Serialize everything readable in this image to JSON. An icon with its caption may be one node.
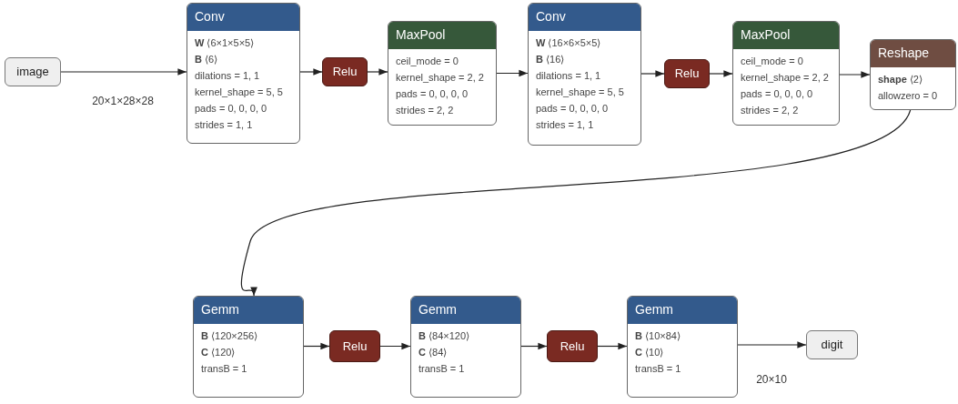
{
  "diagram": {
    "nodes": [
      {
        "text": [
          "image"
        ]
      },
      {
        "text": [
          "Conv",
          "**W** ⟨6×1×5×5⟩",
          "**B** ⟨6⟩",
          "dilations = 1, 1",
          "kernel_shape = 5, 5",
          "pads = 0, 0, 0, 0",
          "strides = 1, 1"
        ]
      },
      {
        "text": [
          "Relu"
        ]
      },
      {
        "text": [
          "MaxPool",
          "ceil_mode = 0",
          "kernel_shape = 2, 2",
          "pads = 0, 0, 0, 0",
          "strides = 2, 2"
        ]
      },
      {
        "text": [
          "Conv",
          "**W** ⟨16×6×5×5⟩",
          "**B** ⟨16⟩",
          "dilations = 1, 1",
          "kernel_shape = 5, 5",
          "pads = 0, 0, 0, 0",
          "strides = 1, 1"
        ]
      },
      {
        "text": [
          "Relu"
        ]
      },
      {
        "text": [
          "MaxPool",
          "ceil_mode = 0",
          "kernel_shape = 2, 2",
          "pads = 0, 0, 0, 0",
          "strides = 2, 2"
        ]
      },
      {
        "text": [
          "Reshape",
          "**shape** ⟨2⟩",
          "allowzero = 0"
        ]
      },
      {
        "text": [
          "Gemm",
          "**B** ⟨120×256⟩",
          "**C** ⟨120⟩",
          "transB = 1"
        ]
      },
      {
        "text": [
          "Relu"
        ]
      },
      {
        "text": [
          "Gemm",
          "**B** ⟨84×120⟩",
          "**C** ⟨84⟩",
          "transB = 1"
        ]
      },
      {
        "text": [
          "Relu"
        ]
      },
      {
        "text": [
          "Gemm",
          "**B** ⟨10×84⟩",
          "**C** ⟨10⟩",
          "transB = 1"
        ]
      },
      {
        "text": [
          "digit"
        ]
      }
    ],
    "edges": [
      {
        "from": 0,
        "to": 1,
        "arrow": "to",
        "label": "20×1×28×28"
      },
      {
        "from": 1,
        "to": 2,
        "arrow": "to"
      },
      {
        "from": 2,
        "to": 3,
        "arrow": "to"
      },
      {
        "from": 3,
        "to": 4,
        "arrow": "to"
      },
      {
        "from": 4,
        "to": 5,
        "arrow": "to"
      },
      {
        "from": 5,
        "to": 6,
        "arrow": "to"
      },
      {
        "from": 6,
        "to": 7,
        "arrow": "to"
      },
      {
        "from": 7,
        "to": 8,
        "arrow": "to"
      },
      {
        "from": 8,
        "to": 9,
        "arrow": "to"
      },
      {
        "from": 9,
        "to": 10,
        "arrow": "to"
      },
      {
        "from": 10,
        "to": 11,
        "arrow": "to"
      },
      {
        "from": 11,
        "to": 12,
        "arrow": "to"
      },
      {
        "from": 12,
        "to": 13,
        "arrow": "to",
        "label": "20×10"
      }
    ]
  }
}
